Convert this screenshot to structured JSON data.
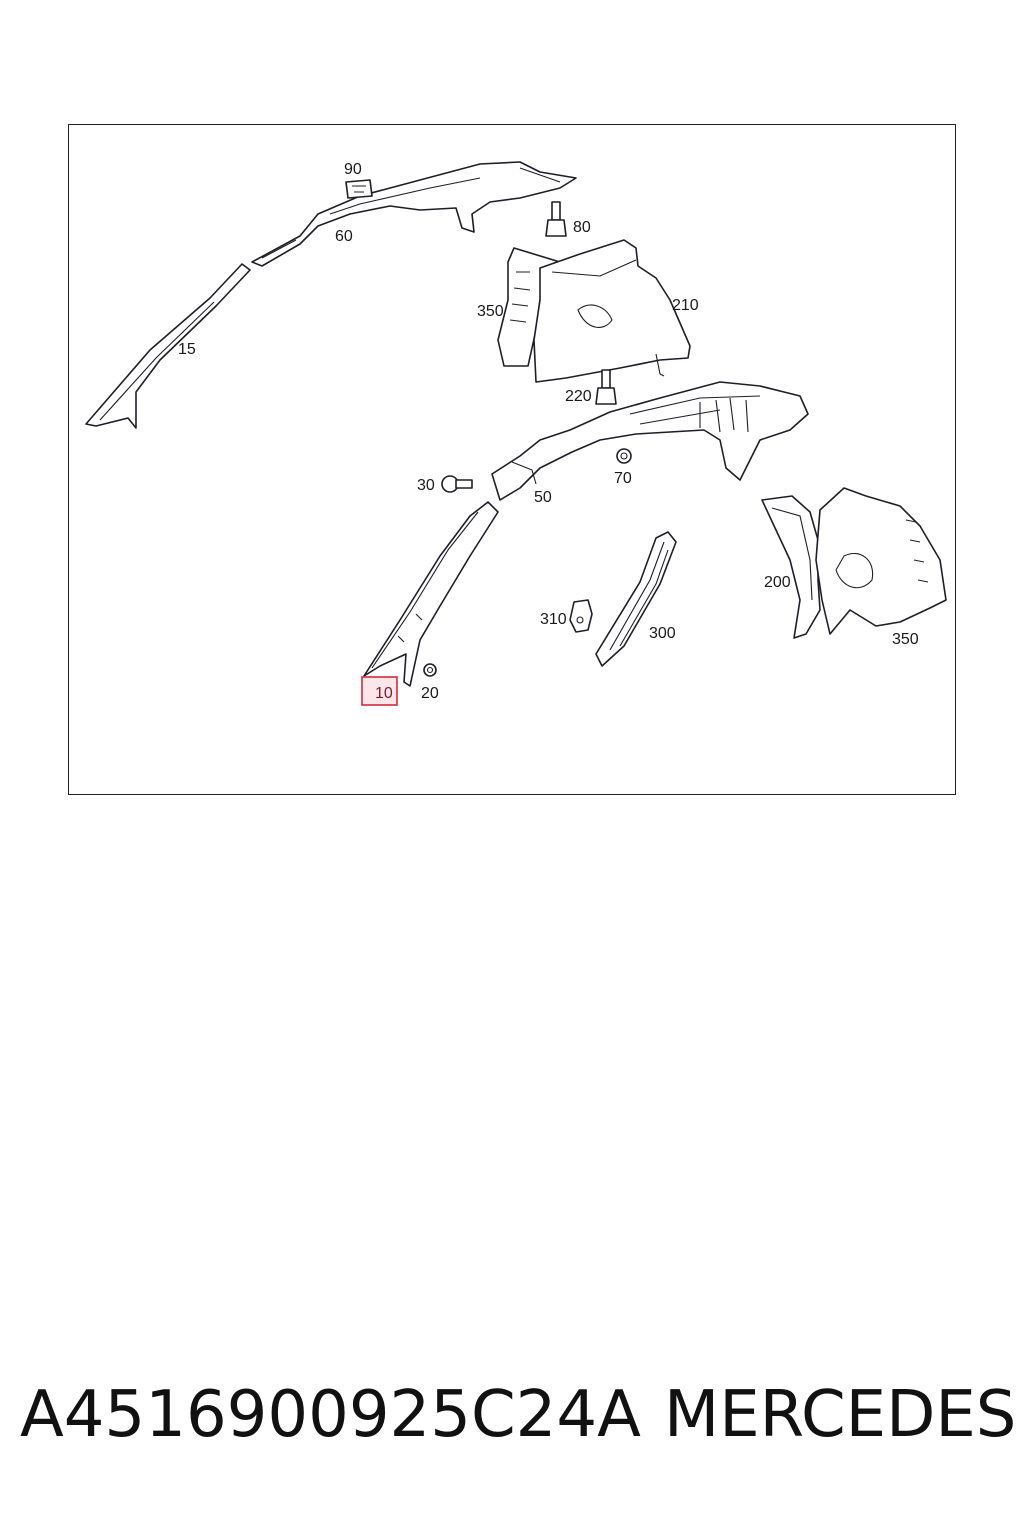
{
  "callouts": {
    "c90": "90",
    "c60": "60",
    "c80": "80",
    "c15": "15",
    "c350a": "350",
    "c210": "210",
    "c220": "220",
    "c30": "30",
    "c50": "50",
    "c70": "70",
    "c200": "200",
    "c350b": "350",
    "c310": "310",
    "c300": "300",
    "c10": "10",
    "c20": "20"
  },
  "highlighted_callout": "10",
  "colors": {
    "highlight_border": "#d9293f",
    "highlight_fill": "#fde6ea",
    "line": "#1e1e2a"
  },
  "caption": {
    "part_number": "A4516900925C24A",
    "brand": "MERCEDES"
  }
}
